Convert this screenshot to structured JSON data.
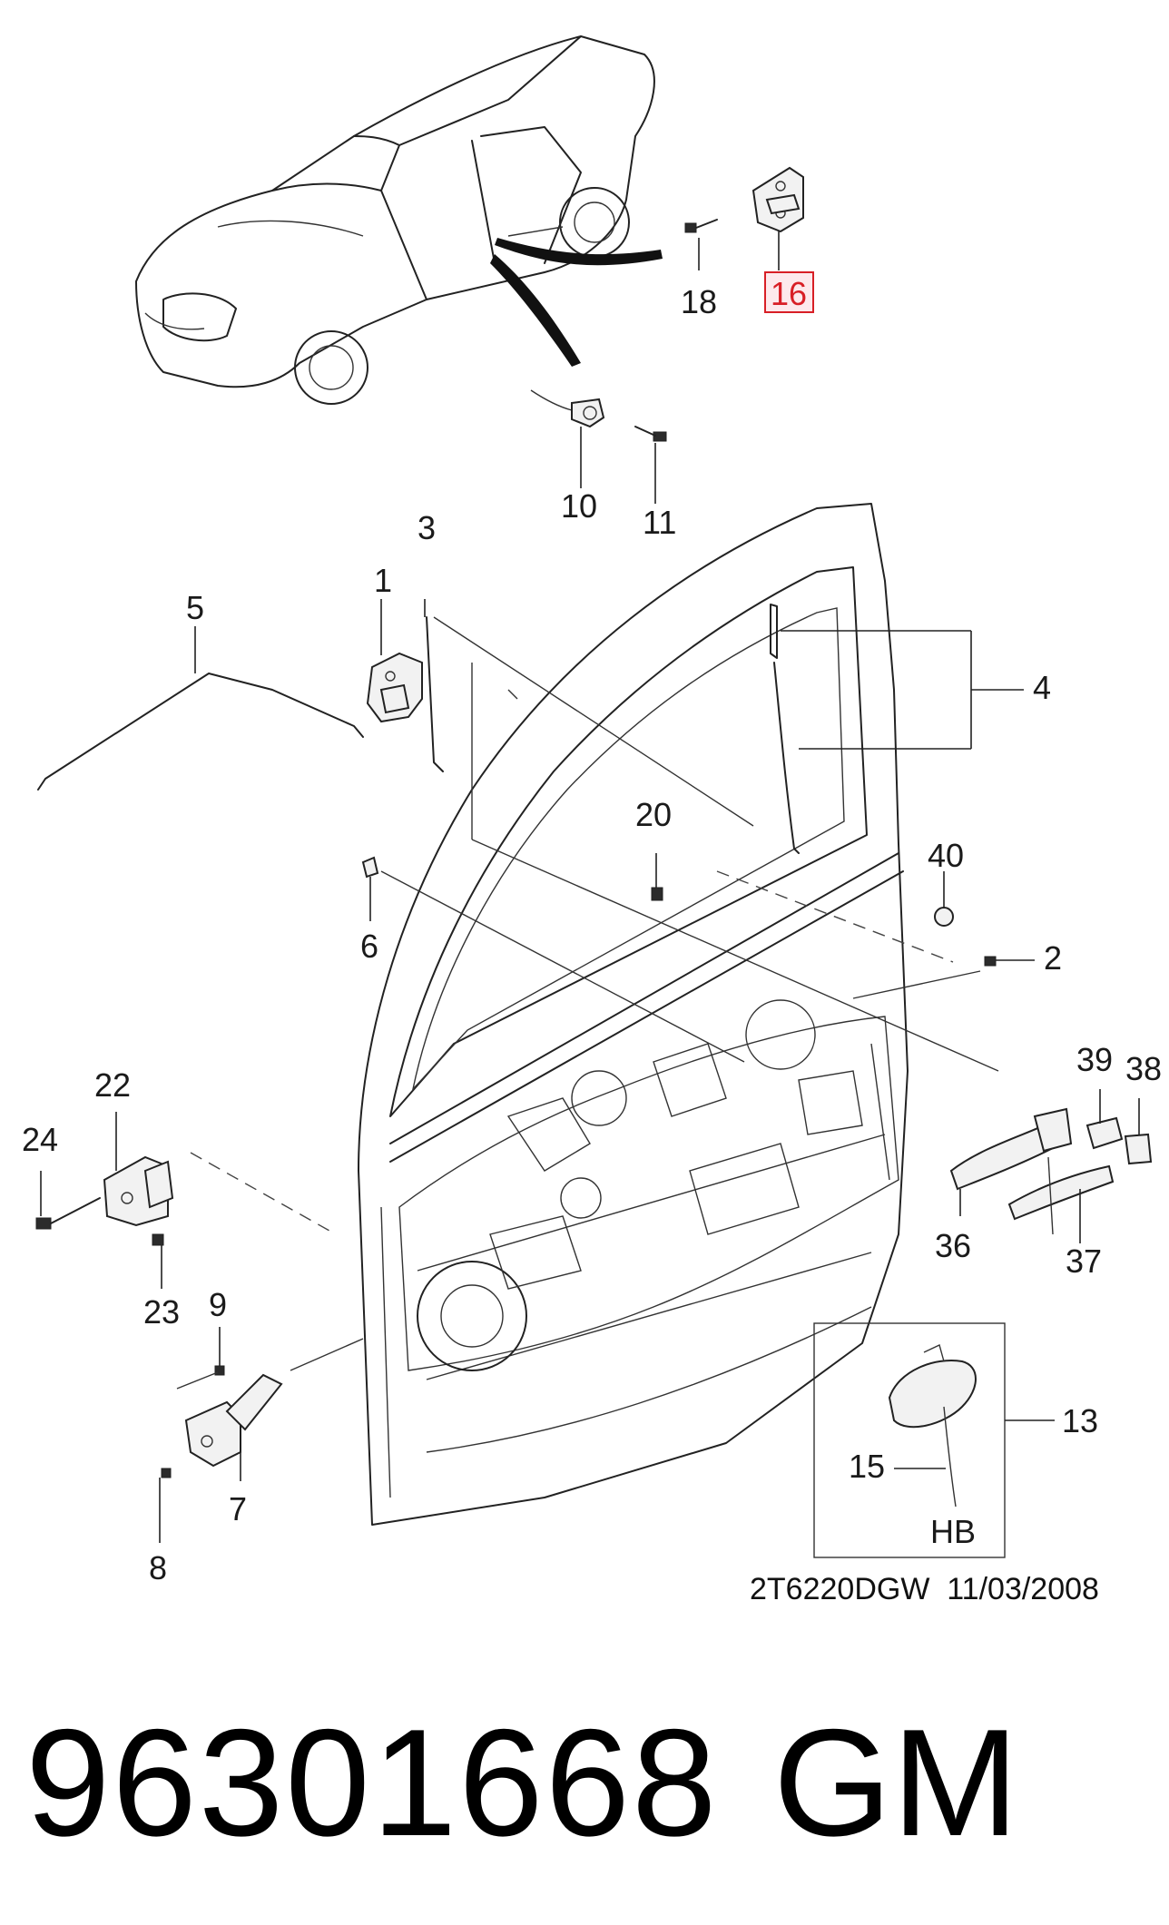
{
  "diagram": {
    "callouts": {
      "c1": "1",
      "c2": "2",
      "c3": "3",
      "c4": "4",
      "c5": "5",
      "c6": "6",
      "c7": "7",
      "c8": "8",
      "c9": "9",
      "c10": "10",
      "c11": "11",
      "c13": "13",
      "c15": "15",
      "c16": "16",
      "c18": "18",
      "c20": "20",
      "c22": "22",
      "c23": "23",
      "c24": "24",
      "c36": "36",
      "c37": "37",
      "c38": "38",
      "c39": "39",
      "c40": "40"
    },
    "variant_label": "HB",
    "highlighted_callout": "16",
    "highlight_color": "#d81f26"
  },
  "drawing_code": "2T6220DGW  11/03/2008",
  "part_number": "96301668",
  "brand": "GM"
}
